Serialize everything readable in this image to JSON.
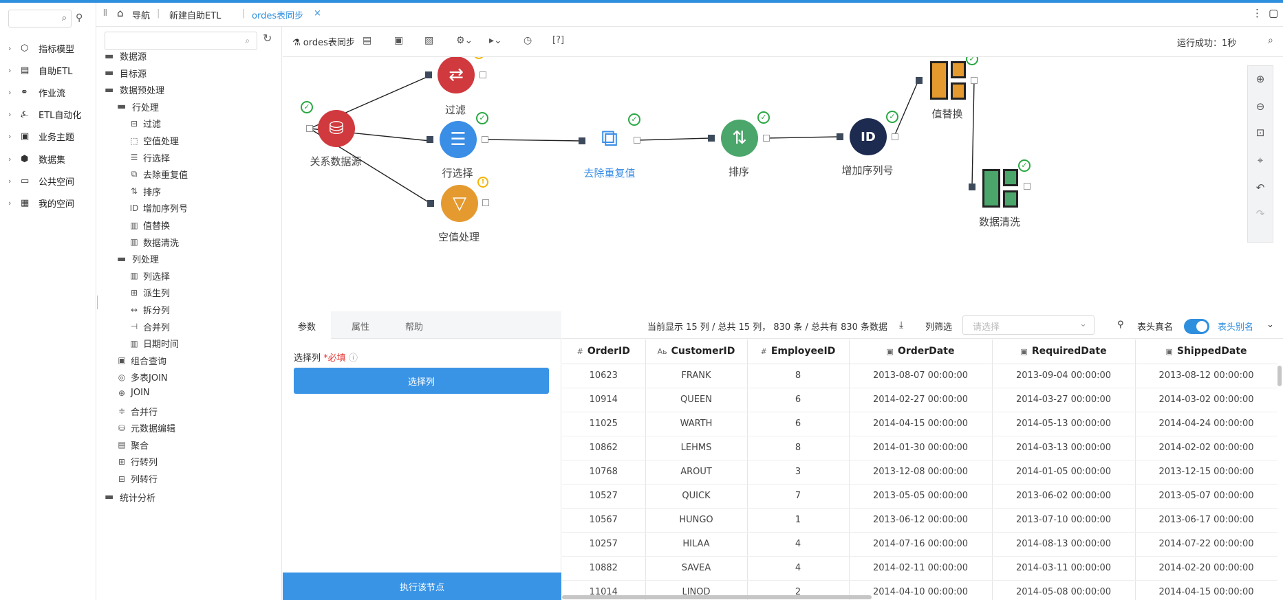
{
  "nav": {
    "search_placeholder": "",
    "items": [
      {
        "label": "指标模型",
        "icon": "cube-icon"
      },
      {
        "label": "自助ETL",
        "icon": "etl-icon"
      },
      {
        "label": "作业流",
        "icon": "flow-icon"
      },
      {
        "label": "ETL自动化",
        "icon": "automation-icon"
      },
      {
        "label": "业务主题",
        "icon": "topic-icon"
      },
      {
        "label": "数据集",
        "icon": "dataset-icon"
      },
      {
        "label": "公共空间",
        "icon": "folder-icon"
      },
      {
        "label": "我的空间",
        "icon": "myspace-icon"
      }
    ]
  },
  "tabs": {
    "nav_label": "导航",
    "etl_tab": "新建自助ETL",
    "active_tab": "ordes表同步",
    "close": "×"
  },
  "tree": {
    "search_placeholder": "",
    "folders": [
      "数据源",
      "目标源",
      "数据预处理"
    ],
    "row_group": "行处理",
    "row_items": [
      "过滤",
      "空值处理",
      "行选择",
      "去除重复值",
      "排序",
      "增加序列号",
      "值替换",
      "数据清洗"
    ],
    "col_group": "列处理",
    "col_items": [
      "列选择",
      "派生列",
      "拆分列",
      "合并列",
      "日期时间"
    ],
    "other_items": [
      "组合查询",
      "多表JOIN",
      "JOIN",
      "合并行",
      "元数据编辑",
      "聚合",
      "行转列",
      "列转行"
    ],
    "last_folder": "统计分析"
  },
  "toolbar": {
    "name": "ordes表同步",
    "help": "[?]",
    "status": "运行成功：1秒"
  },
  "flow": {
    "nodes": [
      {
        "label": "关系数据源",
        "color": "#d0393e",
        "state": "ok"
      },
      {
        "label": "过滤",
        "color": "#d0393e",
        "state": "warn"
      },
      {
        "label": "行选择",
        "color": "#3a8ee6",
        "state": "ok"
      },
      {
        "label": "空值处理",
        "color": "#e59a30",
        "state": "warn"
      },
      {
        "label": "去除重复值",
        "color": "#3a8ee6",
        "state": "ok"
      },
      {
        "label": "排序",
        "color": "#4aa66a",
        "state": "ok"
      },
      {
        "label": "增加序列号",
        "color": "#1e2b50",
        "state": "ok"
      },
      {
        "label": "值替换",
        "color": "#e59a30",
        "state": "ok"
      },
      {
        "label": "数据清洗",
        "color": "#4aa66a",
        "state": "ok"
      }
    ],
    "selected_color": "#3a8ee6"
  },
  "panel": {
    "tabs": [
      "参数",
      "属性",
      "帮助"
    ],
    "select_label": "选择列",
    "required": "*必填",
    "select_button": "选择列",
    "exec_button": "执行该节点"
  },
  "grid": {
    "summary": "当前显示 15 列 / 总共 15 列， 830 条 / 总共有 830 条数据",
    "filter_label": "列筛选",
    "filter_placeholder": "请选择",
    "header_real": "表头真名",
    "header_alias": "表头别名",
    "columns": [
      {
        "type": "#",
        "name": "OrderID"
      },
      {
        "type": "Aь",
        "name": "CustomerID"
      },
      {
        "type": "#",
        "name": "EmployeeID"
      },
      {
        "type": "▣",
        "name": "OrderDate"
      },
      {
        "type": "▣",
        "name": "RequiredDate"
      },
      {
        "type": "▣",
        "name": "ShippedDate"
      }
    ],
    "rows": [
      [
        "10623",
        "FRANK",
        "8",
        "2013-08-07 00:00:00",
        "2013-09-04 00:00:00",
        "2013-08-12 00:00:00"
      ],
      [
        "10914",
        "QUEEN",
        "6",
        "2014-02-27 00:00:00",
        "2014-03-27 00:00:00",
        "2014-03-02 00:00:00"
      ],
      [
        "11025",
        "WARTH",
        "6",
        "2014-04-15 00:00:00",
        "2014-05-13 00:00:00",
        "2014-04-24 00:00:00"
      ],
      [
        "10862",
        "LEHMS",
        "8",
        "2014-01-30 00:00:00",
        "2014-03-13 00:00:00",
        "2014-02-02 00:00:00"
      ],
      [
        "10768",
        "AROUT",
        "3",
        "2013-12-08 00:00:00",
        "2014-01-05 00:00:00",
        "2013-12-15 00:00:00"
      ],
      [
        "10527",
        "QUICK",
        "7",
        "2013-05-05 00:00:00",
        "2013-06-02 00:00:00",
        "2013-05-07 00:00:00"
      ],
      [
        "10567",
        "HUNGO",
        "1",
        "2013-06-12 00:00:00",
        "2013-07-10 00:00:00",
        "2013-06-17 00:00:00"
      ],
      [
        "10257",
        "HILAA",
        "4",
        "2014-07-16 00:00:00",
        "2014-08-13 00:00:00",
        "2014-07-22 00:00:00"
      ],
      [
        "10882",
        "SAVEA",
        "4",
        "2014-02-11 00:00:00",
        "2014-03-11 00:00:00",
        "2014-02-20 00:00:00"
      ],
      [
        "11014",
        "LINOD",
        "2",
        "2014-04-10 00:00:00",
        "2014-05-08 00:00:00",
        "2014-04-15 00:00:00"
      ]
    ]
  }
}
